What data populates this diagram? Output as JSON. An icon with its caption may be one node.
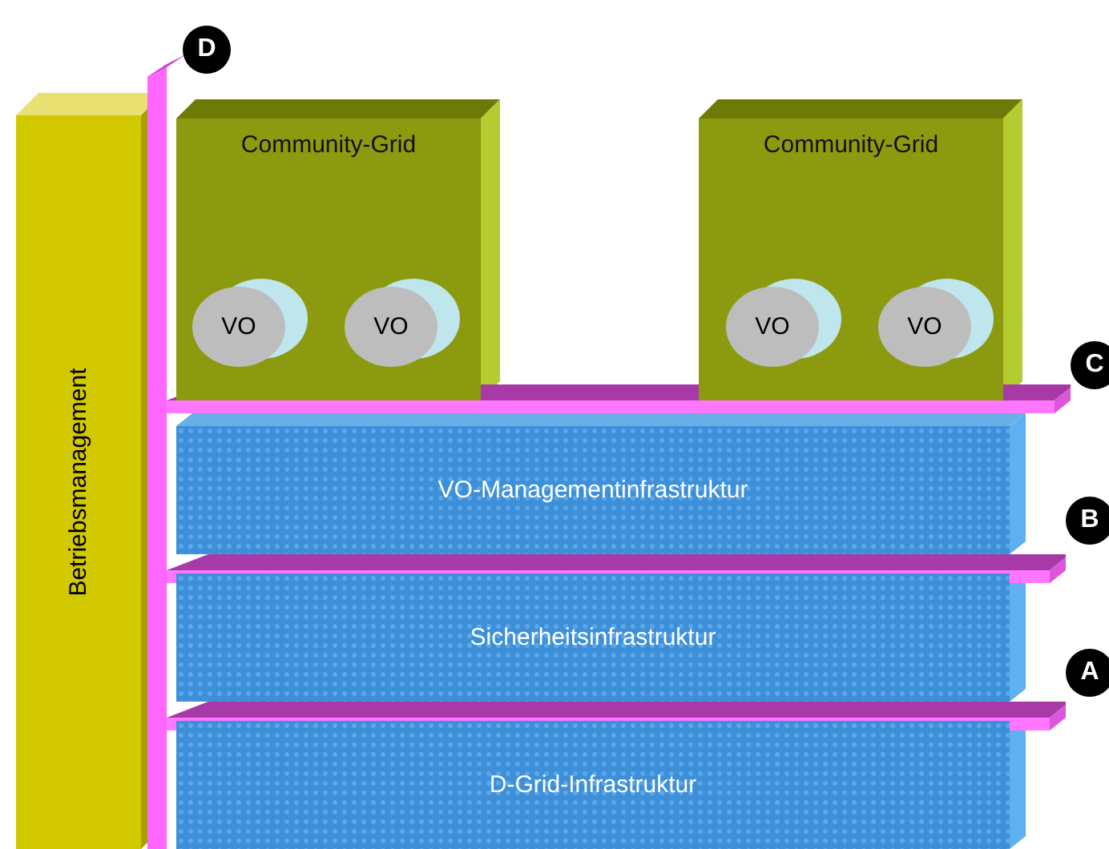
{
  "diagram": {
    "nodes": [
      {
        "text": [
          "Betriebsmanagement"
        ]
      },
      {
        "text": [
          "Community-Grid"
        ]
      },
      {
        "text": [
          "VO"
        ],
        "in": 1
      },
      {
        "text": [
          "VO"
        ],
        "in": 1
      },
      {
        "text": [
          "Community-Grid"
        ]
      },
      {
        "text": [
          "VO"
        ],
        "in": 4
      },
      {
        "text": [
          "VO"
        ],
        "in": 4
      },
      {
        "text": [
          "VO-Managementinfrastruktur"
        ]
      },
      {
        "text": [
          "Sicherheitsinfrastruktur"
        ]
      },
      {
        "text": [
          "D-Grid-Infrastruktur"
        ]
      },
      {
        "text": [
          "D"
        ]
      },
      {
        "text": [
          "C"
        ]
      },
      {
        "text": [
          "B"
        ]
      },
      {
        "text": [
          "A"
        ]
      }
    ]
  }
}
